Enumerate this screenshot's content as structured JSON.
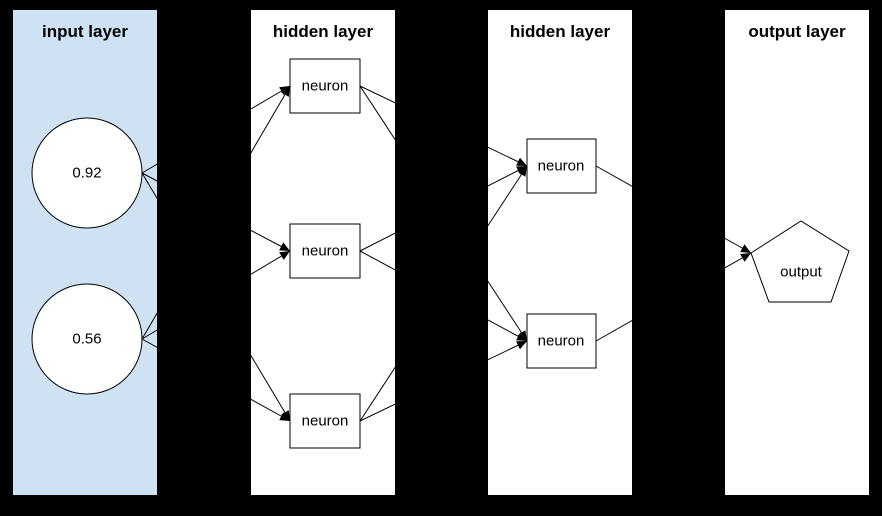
{
  "diagram": {
    "type": "neural-network",
    "background_color": "#000000",
    "input_panel_color": "#cfe2f3",
    "panel_color": "#ffffff",
    "line_color": "#000000",
    "layers": [
      {
        "title": "input layer",
        "nodes": [
          {
            "shape": "circle",
            "label": "0.92"
          },
          {
            "shape": "circle",
            "label": "0.56"
          }
        ]
      },
      {
        "title": "hidden layer",
        "nodes": [
          {
            "shape": "rectangle",
            "label": "neuron"
          },
          {
            "shape": "rectangle",
            "label": "neuron"
          },
          {
            "shape": "rectangle",
            "label": "neuron"
          }
        ]
      },
      {
        "title": "hidden layer",
        "nodes": [
          {
            "shape": "rectangle",
            "label": "neuron"
          },
          {
            "shape": "rectangle",
            "label": "neuron"
          }
        ]
      },
      {
        "title": "output layer",
        "nodes": [
          {
            "shape": "pentagon",
            "label": "output"
          }
        ]
      }
    ],
    "connections": [
      {
        "from": "input-0.92",
        "to": "hidden1-neuron-1"
      },
      {
        "from": "input-0.92",
        "to": "hidden1-neuron-2"
      },
      {
        "from": "input-0.92",
        "to": "hidden1-neuron-3"
      },
      {
        "from": "input-0.56",
        "to": "hidden1-neuron-1"
      },
      {
        "from": "input-0.56",
        "to": "hidden1-neuron-2"
      },
      {
        "from": "input-0.56",
        "to": "hidden1-neuron-3"
      },
      {
        "from": "hidden1-neuron-1",
        "to": "hidden2-neuron-1"
      },
      {
        "from": "hidden1-neuron-1",
        "to": "hidden2-neuron-2"
      },
      {
        "from": "hidden1-neuron-2",
        "to": "hidden2-neuron-1"
      },
      {
        "from": "hidden1-neuron-2",
        "to": "hidden2-neuron-2"
      },
      {
        "from": "hidden1-neuron-3",
        "to": "hidden2-neuron-1"
      },
      {
        "from": "hidden1-neuron-3",
        "to": "hidden2-neuron-2"
      },
      {
        "from": "hidden2-neuron-1",
        "to": "output"
      },
      {
        "from": "hidden2-neuron-2",
        "to": "output"
      }
    ]
  }
}
